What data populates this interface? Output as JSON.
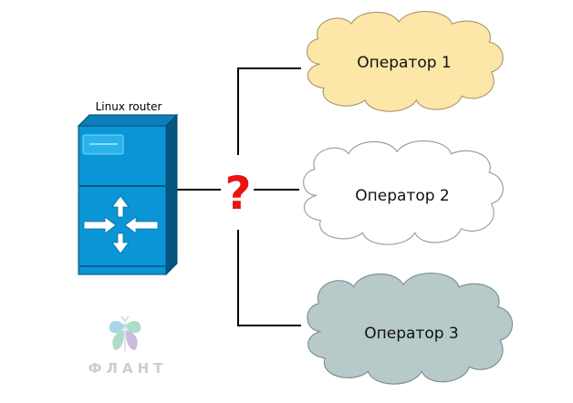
{
  "router": {
    "label": "Linux router",
    "colors": {
      "front": "#0a95d6",
      "side": "#05557f",
      "top": "#0c7fb8",
      "edge": "#024a70"
    }
  },
  "connector": {
    "symbol": "?",
    "color": "#ee1111"
  },
  "operators": [
    {
      "label": "Оператор 1",
      "fill": "#fce6a8",
      "stroke": "#a8936a"
    },
    {
      "label": "Оператор 2",
      "fill": "#ffffff",
      "stroke": "#9a9a9a"
    },
    {
      "label": "Оператор 3",
      "fill": "#b7c9c9",
      "stroke": "#7d9191"
    }
  ],
  "logo": {
    "text": "ФЛАНТ",
    "icon": "flant-logo-icon",
    "colors": [
      "#9fd2e4",
      "#c4b6d8",
      "#a7d9c4"
    ]
  }
}
